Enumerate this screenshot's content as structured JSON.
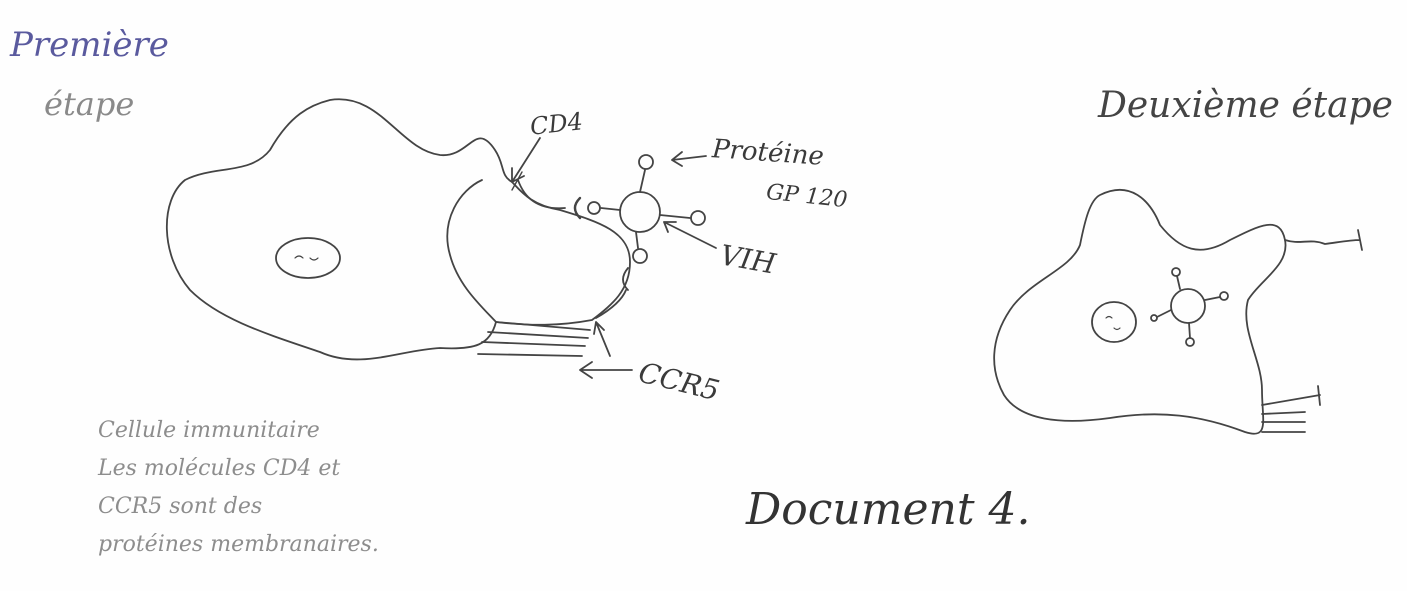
{
  "labels": {
    "step1_line1": "Première",
    "step1_line2": "étape",
    "step2": "Deuxième étape",
    "cd4": "CD4",
    "protein_line1": "Protéine",
    "protein_line2": "GP 120",
    "vih": "VIH",
    "ccr5": "CCR5",
    "document_title": "Document 4."
  },
  "caption": {
    "line1": "Cellule immunitaire",
    "line2": "Les molécules CD4 et",
    "line3": "CCR5 sont des",
    "line4": "protéines membranaires."
  },
  "colors": {
    "ink": "#3a3a3a",
    "pencil": "#8a8a8a",
    "blue_ink": "#5a5a9e"
  }
}
